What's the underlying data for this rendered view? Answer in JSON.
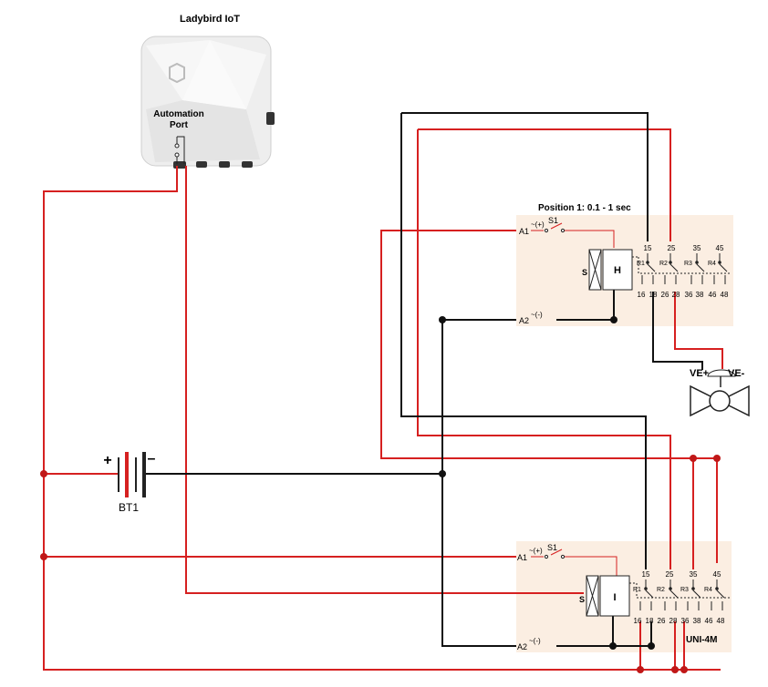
{
  "colors": {
    "wire_red": "#d62020",
    "wire_black": "#111111",
    "panel": "#fbeee2"
  },
  "gateway": {
    "title": "Ladybird IoT",
    "port_label_line1": "Automation",
    "port_label_line2": "Port"
  },
  "relay1": {
    "title": "Position 1: 0.1 - 1 sec",
    "a1": "A1",
    "a1_sup": "~(+)",
    "a2": "A2",
    "a2_sup": "~(-)",
    "switch": "S1",
    "s_label": "S",
    "coil": "H",
    "commons": [
      "15",
      "25",
      "35",
      "45"
    ],
    "poles": [
      "R1",
      "R2",
      "R3",
      "R4"
    ],
    "contacts": [
      "16",
      "18",
      "26",
      "28",
      "36",
      "38",
      "46",
      "48"
    ]
  },
  "relay2": {
    "a1": "A1",
    "a1_sup": "~(+)",
    "a2": "A2",
    "a2_sup": "~(-)",
    "switch": "S1",
    "s_label": "S",
    "coil": "I",
    "commons": [
      "15",
      "25",
      "35",
      "45"
    ],
    "poles": [
      "R1",
      "R2",
      "R3",
      "R4"
    ],
    "contacts": [
      "16",
      "18",
      "26",
      "28",
      "36",
      "38",
      "46",
      "48"
    ],
    "model": "UNI-4M"
  },
  "valve": {
    "plus": "VE+",
    "minus": "VE-"
  },
  "battery": {
    "name": "BT1",
    "plus": "+",
    "minus": "–"
  }
}
